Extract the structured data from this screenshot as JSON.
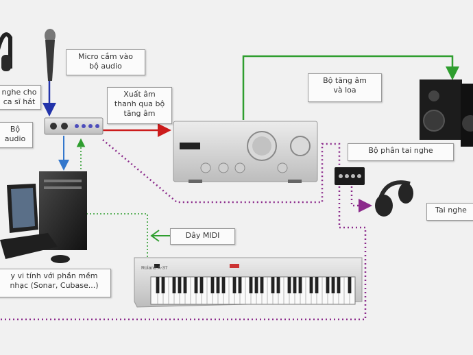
{
  "labels": {
    "headphones_singer": "nghe cho\nca sĩ hát",
    "audio_interface": "Bộ\naudio",
    "mic_into_audio": "Micro cắm vào\nbộ audio",
    "output_to_amp": "Xuất âm\nthanh qua bộ\ntăng âm",
    "amp_and_speakers": "Bộ tăng âm\nvà loa",
    "headphone_splitter": "Bộ phân tai nghe",
    "headphones": "Tai nghe",
    "midi_cable": "Dây MIDI",
    "computer": "y vi tính với phần mềm\nnhạc (Sonar, Cubase...)"
  },
  "device_text": {
    "keyboard_brand": "Roland A-37"
  },
  "colors": {
    "audio_signal": "#cc1c1c",
    "speaker_line": "#2f9e2f",
    "midi_line": "#2f9e2f",
    "audio_cable_dotted": "#8b2a8b",
    "mic_arrow": "#2233aa",
    "computer_arrow": "#3377cc"
  }
}
